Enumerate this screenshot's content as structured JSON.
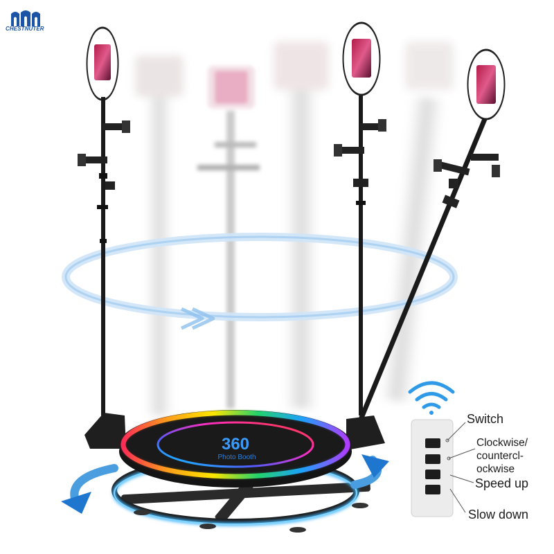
{
  "brand": {
    "name": "CHESTNUTER",
    "color": "#1c55a6"
  },
  "turntable": {
    "logo_number": "360",
    "logo_text": "Photo Booth"
  },
  "remote": {
    "buttons": [
      {
        "label": "Switch"
      },
      {
        "label_lines": [
          "Clockwise/",
          "countercl-",
          "ockwise"
        ]
      },
      {
        "label": "Speed up"
      },
      {
        "label": "Slow down"
      }
    ]
  },
  "colors": {
    "motion_arrow": "#4a9ee0",
    "ring_light": "#ffffff",
    "pole": "#1a1a1a"
  }
}
